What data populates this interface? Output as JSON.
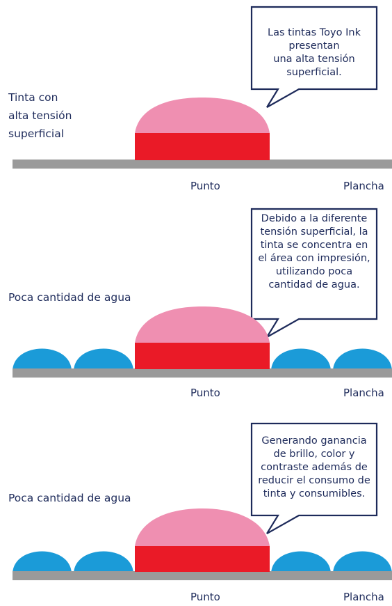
{
  "colors": {
    "ink_top": "#ef8fb1",
    "ink_base": "#ea1a27",
    "water": "#1b9bd8",
    "plate": "#9a9a9a",
    "text": "#1d2a5a",
    "bubble_border": "#1d2a5a"
  },
  "panels": [
    {
      "side_label": [
        "Tinta con",
        "alta tensión",
        "superficial"
      ],
      "bubble": [
        "Las tintas Toyo Ink",
        "presentan",
        "una alta tensión",
        "superficial."
      ],
      "captions": {
        "dot": "Punto",
        "plate": "Plancha"
      },
      "water_drops": false
    },
    {
      "side_label": [
        "Poca cantidad de agua"
      ],
      "bubble": [
        "Debido a la diferente",
        "tensión superficial, la",
        "tinta se concentra en",
        "el área con impresión,",
        "utilizando poca",
        "cantidad de agua."
      ],
      "captions": {
        "dot": "Punto",
        "plate": "Plancha"
      },
      "water_drops": true
    },
    {
      "side_label": [
        "Poca cantidad de agua"
      ],
      "bubble": [
        "Generando ganancia",
        "de brillo, color y",
        "contraste además de",
        "reducir el consumo de",
        "tinta y consumibles."
      ],
      "captions": {
        "dot": "Punto",
        "plate": "Plancha"
      },
      "water_drops": true
    }
  ]
}
